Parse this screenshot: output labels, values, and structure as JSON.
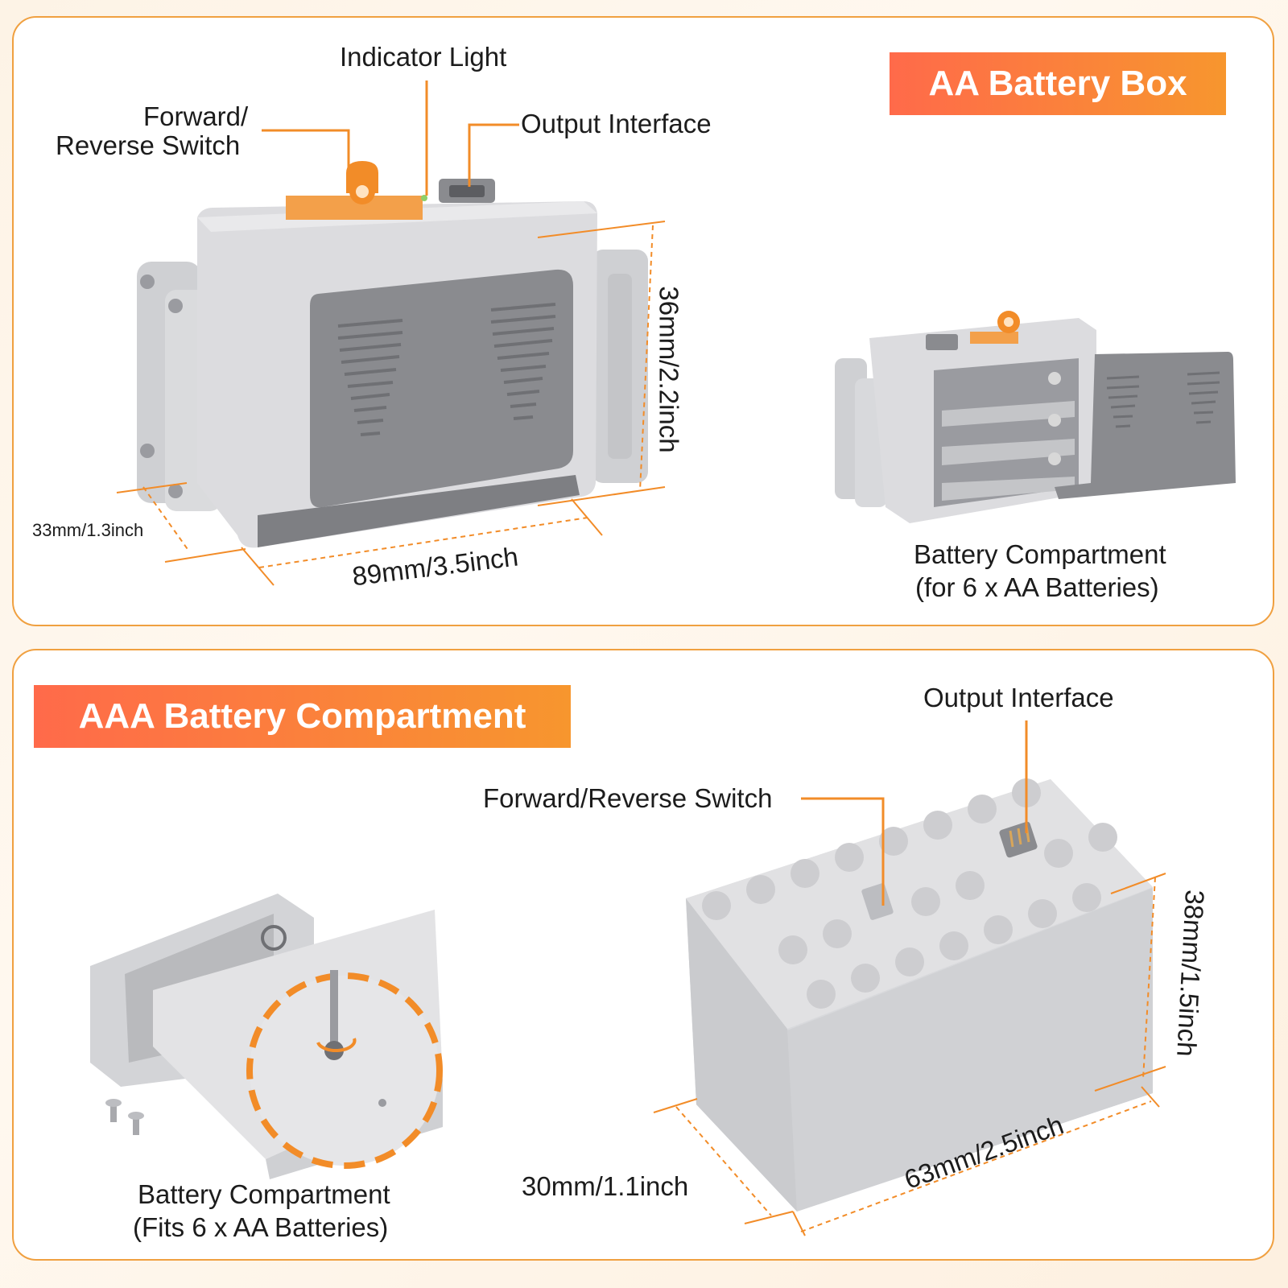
{
  "aa_box": {
    "badge": "AA Battery Box",
    "labels": {
      "indicator_light": "Indicator Light",
      "switch_line1": "Forward/",
      "switch_line2": "Reverse Switch",
      "output_interface": "Output Interface",
      "height_dim": "36mm/2.2inch",
      "depth_dim": "33mm/1.3inch",
      "width_dim": "89mm/3.5inch",
      "compartment_line1": "Battery Compartment",
      "compartment_line2": "(for 6 x AA Batteries)"
    }
  },
  "aaa_box": {
    "badge": "AAA Battery Compartment",
    "labels": {
      "output_interface": "Output Interface",
      "switch": "Forward/Reverse Switch",
      "height_dim": "38mm/1.5inch",
      "depth_dim": "30mm/1.1inch",
      "width_dim": "63mm/2.5inch",
      "compartment_line1": "Battery Compartment",
      "compartment_line2": "(Fits 6 x AA Batteries)"
    }
  },
  "colors": {
    "accent_orange": "#f28c28",
    "badge_start": "#ff6a4a",
    "badge_end": "#f7962e",
    "device_light_gray": "#d9d9dc",
    "device_dark_gray": "#8a8b8f"
  }
}
